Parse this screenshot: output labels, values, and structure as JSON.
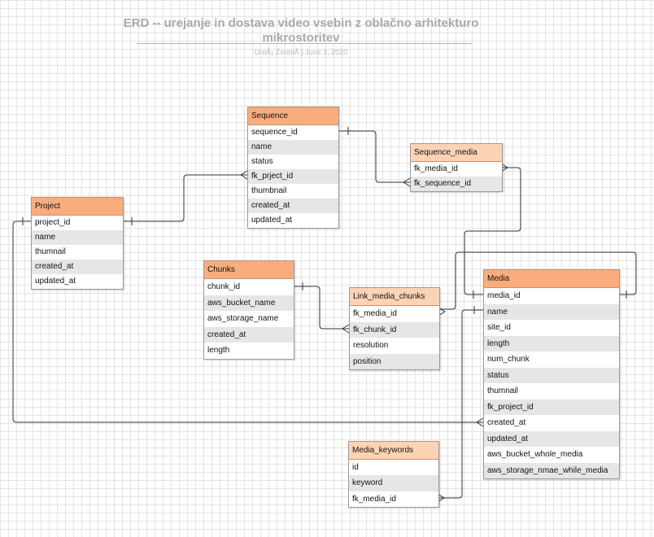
{
  "title": "ERD -- urejanje in dostava video vsebin z oblačno arhitekturo mikrostoritev",
  "subtitle": "UroÅ¡ ZoretiÄ  |  June 3, 2020",
  "tables": {
    "sequence": {
      "name": "Sequence",
      "fields": [
        "sequence_id",
        "name",
        "status",
        "fk_prject_id",
        "thumbnail",
        "created_at",
        "updated_at"
      ]
    },
    "sequence_media": {
      "name": "Sequence_media",
      "fields": [
        "fk_media_id",
        "fk_sequence_id"
      ]
    },
    "project": {
      "name": "Project",
      "fields": [
        "project_id",
        "name",
        "thumnail",
        "created_at",
        "updated_at"
      ]
    },
    "chunks": {
      "name": "Chunks",
      "fields": [
        "chunk_id",
        "aws_bucket_name",
        "aws_storage_name",
        "created_at",
        "length"
      ]
    },
    "link_media_chunks": {
      "name": "Link_media_chunks",
      "fields": [
        "fk_media_id",
        "fk_chunk_id",
        "resolution",
        "position"
      ]
    },
    "media": {
      "name": "Media",
      "fields": [
        "media_id",
        "name",
        "site_id",
        "length",
        "num_chunk",
        "status",
        "thumnail",
        "fk_project_id",
        "created_at",
        "updated_at",
        "aws_bucket_whole_media",
        "aws_storage_nmae_while_media"
      ]
    },
    "media_keywords": {
      "name": "Media_keywords",
      "fields": [
        "id",
        "keyword",
        "fk_media_id"
      ]
    }
  },
  "colors": {
    "header": "#f9ad7d",
    "header_light": "#fdd3b5",
    "stripe": "#e6e6e6",
    "line": "#333333"
  }
}
